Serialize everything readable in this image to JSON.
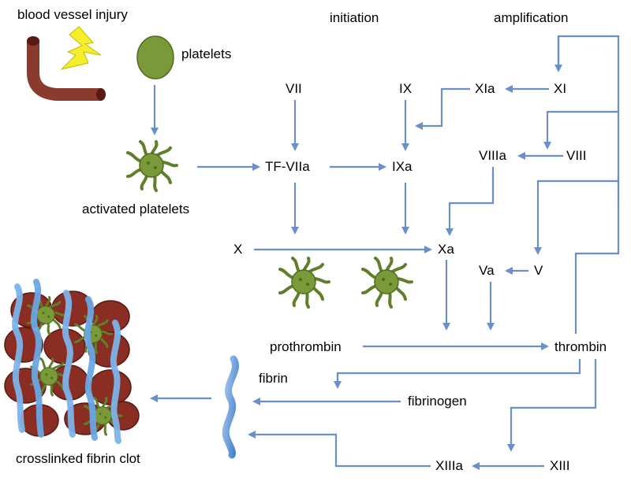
{
  "colors": {
    "arrow": "#6b8fc8",
    "platelet_fill": "#7a9a3a",
    "platelet_stroke": "#4e6b20",
    "vessel": "#8b3a2e",
    "red_cell": "#8a2d22",
    "fibrin": "#5b9bd5",
    "lightning": "#f5ee2a"
  },
  "headers": {
    "injury": "blood vessel injury",
    "initiation": "initiation",
    "amplification": "amplification"
  },
  "labels": {
    "platelets": "platelets",
    "activated_platelets": "activated platelets",
    "vii": "VII",
    "ix": "IX",
    "xia": "XIa",
    "xi": "XI",
    "tf_viia": "TF-VIIa",
    "ixa": "IXa",
    "viiia": "VIIIa",
    "viii": "VIII",
    "x": "X",
    "xa": "Xa",
    "va": "Va",
    "v": "V",
    "prothrombin": "prothrombin",
    "thrombin": "thrombin",
    "fibrin": "fibrin",
    "fibrinogen": "fibrinogen",
    "xiiia": "XIIIa",
    "xiii": "XIII",
    "clot": "crosslinked fibrin clot"
  },
  "icons": {
    "vessel": "blood-vessel-icon",
    "lightning": "lightning-icon",
    "platelet": "platelet-icon",
    "activated_platelet": "activated-platelet-icon",
    "fibrin_strand": "fibrin-strand-icon",
    "clot": "fibrin-clot-icon"
  }
}
